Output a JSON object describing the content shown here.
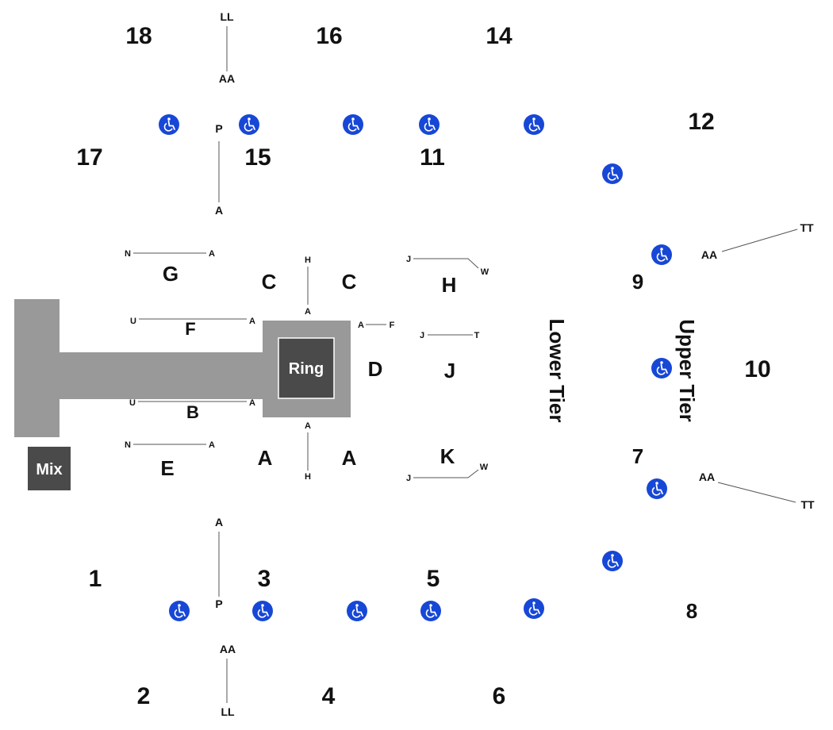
{
  "venue": {
    "ring_label": "Ring",
    "mix_label": "Mix",
    "lower_tier_label": "Lower Tier",
    "upper_tier_label": "Upper Tier",
    "colors": {
      "walkway": "#999999",
      "ring_box": "#4a4a4a",
      "mix_box": "#4a4a4a",
      "accessible": "#1747d6"
    }
  },
  "sections": {
    "s18": "18",
    "s16": "16",
    "s14": "14",
    "s12": "12",
    "s17": "17",
    "s15": "15",
    "s11": "11",
    "s9": "9",
    "s10": "10",
    "s7": "7",
    "s8": "8",
    "s1": "1",
    "s3": "3",
    "s5": "5",
    "s2": "2",
    "s4": "4",
    "s6": "6"
  },
  "floor_sections": {
    "g": "G",
    "c_left": "C",
    "c_right": "C",
    "h": "H",
    "f": "F",
    "d": "D",
    "j": "J",
    "b": "B",
    "a_left": "A",
    "a_right": "A",
    "k": "K",
    "e": "E"
  },
  "row_labels": {
    "top_ll": "LL",
    "top_aa": "AA",
    "top_p": "P",
    "top_a": "A",
    "g_n": "N",
    "g_a": "A",
    "ch_h": "H",
    "ch_a": "A",
    "h_j": "J",
    "h_w": "W",
    "f_u": "U",
    "f_a": "A",
    "d_a": "A",
    "d_f": "F",
    "j_j": "J",
    "j_t": "T",
    "b_u": "U",
    "b_a": "A",
    "e_n": "N",
    "e_a": "A",
    "aa_a": "A",
    "aa_h": "H",
    "k_j": "J",
    "k_w": "W",
    "s9_aa": "AA",
    "s9_tt": "TT",
    "s7_aa": "AA",
    "s7_tt": "TT",
    "bot_a": "A",
    "bot_p": "P",
    "bot_aa": "AA",
    "bot_ll": "LL"
  },
  "accessible_icon": "wheelchair-icon"
}
